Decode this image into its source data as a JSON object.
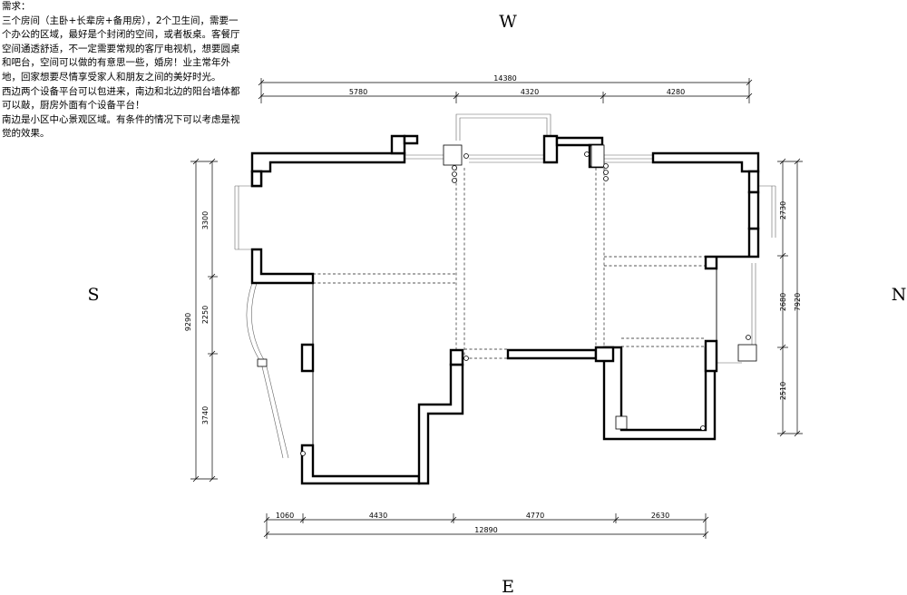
{
  "requirements": {
    "title": "需求：",
    "lines": [
      "三个房间（主卧+长辈房+备用房），2个卫生间，需要一个办公的区域，最好是个封闭的空间，或者板桌。客餐厅空间通透舒适，不一定需要常规的客厅电视机，想要圆桌和吧台，空间可以做的有意思一些，婚房！业主常年外地，回家想要尽情享受家人和朋友之间的美好时光。",
      "西边两个设备平台可以包进来，南边和北边的阳台墙体都可以敲，厨房外面有个设备平台！",
      "南边是小区中心景观区域。有条件的情况下可以考虑是视觉的效果。"
    ]
  },
  "compass": {
    "west": "W",
    "south": "S",
    "north": "N",
    "east": "E"
  },
  "dimensions": {
    "top_total": "14380",
    "top_segments": [
      "5780",
      "4320",
      "4280"
    ],
    "bottom_total": "12890",
    "bottom_segments": [
      "1060",
      "4430",
      "4770",
      "2630"
    ],
    "left_total": "9290",
    "left_segments": [
      "3300",
      "2250",
      "3740"
    ],
    "right_total": "7920",
    "right_segments": [
      "2730",
      "2680",
      "2510"
    ]
  }
}
